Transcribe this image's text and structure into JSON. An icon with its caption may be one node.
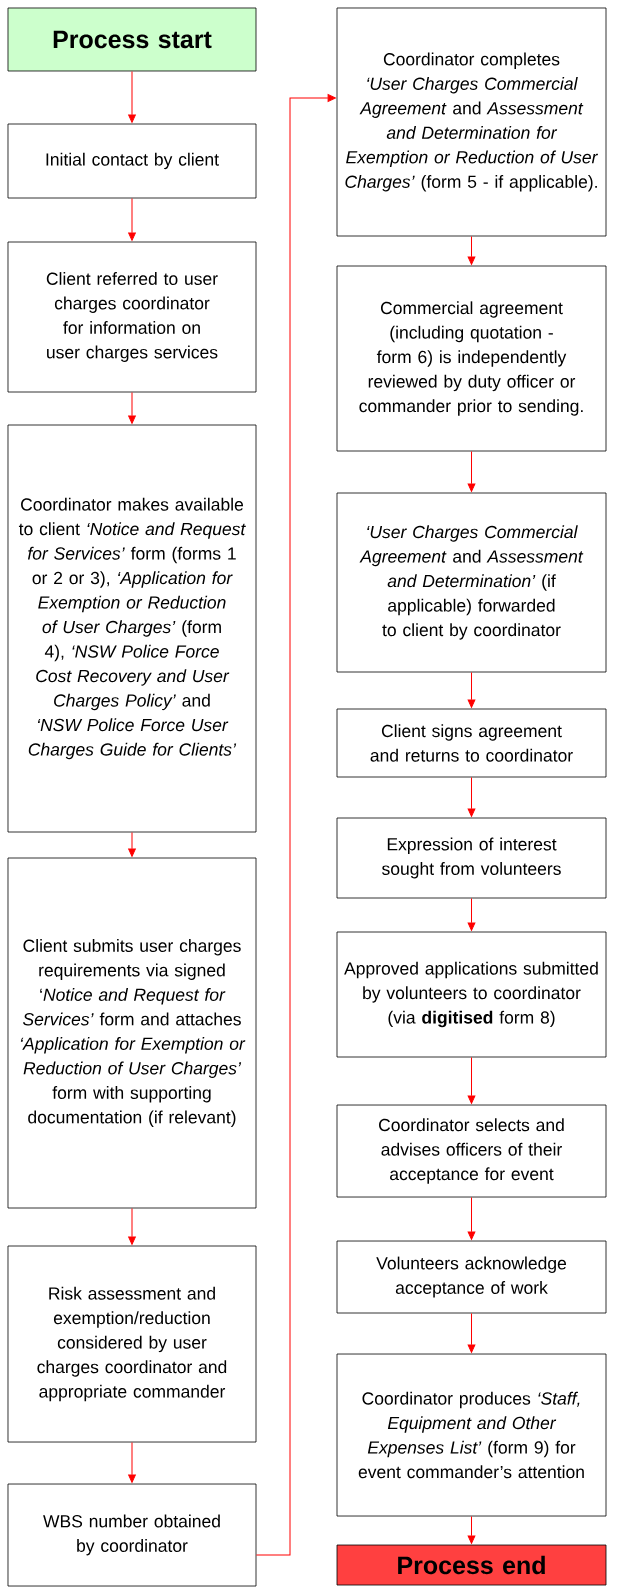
{
  "diagram": {
    "nodes": [
      {
        "text": [
          "Process start"
        ]
      },
      {
        "text": [
          "Initial contact by client"
        ]
      },
      {
        "text": [
          "Client referred to user charges coordinator for information on user charges services"
        ]
      },
      {
        "text": [
          "Coordinator makes available to client *‘Notice and Request for Services’* form (forms 1 or 2 or 3), *‘Application for Exemption or Reduction of User Charges’* (form 4), *‘NSW Police Force Cost Recovery and User Charges Policy’* and *‘NSW Police Force User Charges Guide for Clients’*"
        ]
      },
      {
        "text": [
          "Client submits user charges requirements via signed ‘*Notice and Request for Services’* form and attaches *‘Application for Exemption or Reduction of User Charges’* form with supporting documentation (if relevant)"
        ]
      },
      {
        "text": [
          "Risk assessment and exemption/reduction considered by user charges coordinator and appropriate commander"
        ]
      },
      {
        "text": [
          "WBS number obtained by coordinator"
        ]
      },
      {
        "text": [
          "Coordinator completes *‘User Charges Commercial Agreement* and *Assessment and Determination for Exemption or Reduction of User Charges’* (form 5 - if applicable)."
        ]
      },
      {
        "text": [
          "Commercial agreement (including quotation - form 6) is independently reviewed by duty officer or commander prior to sending."
        ]
      },
      {
        "text": [
          "*‘User Charges Commercial Agreement* and *Assessment and Determination’* (if applicable) forwarded to client by coordinator"
        ]
      },
      {
        "text": [
          "Client signs agreement and returns to coordinator"
        ]
      },
      {
        "text": [
          "Expression of interest sought from volunteers"
        ]
      },
      {
        "text": [
          "Approved applications submitted by volunteers to coordinator (via **digitised** form 8)"
        ]
      },
      {
        "text": [
          "Coordinator selects and advises officers of their acceptance for event"
        ]
      },
      {
        "text": [
          "Volunteers acknowledge acceptance of work"
        ]
      },
      {
        "text": [
          "Coordinator produces *‘Staff, Equipment and Other Expenses List’* (form 9) for event commander’s attention"
        ]
      },
      {
        "text": [
          "Process end"
        ]
      }
    ],
    "edges": [
      {
        "from": 0,
        "to": 1,
        "arrow": "to"
      },
      {
        "from": 1,
        "to": 2,
        "arrow": "to"
      },
      {
        "from": 2,
        "to": 3,
        "arrow": "to"
      },
      {
        "from": 3,
        "to": 4,
        "arrow": "to"
      },
      {
        "from": 4,
        "to": 5,
        "arrow": "to"
      },
      {
        "from": 5,
        "to": 6,
        "arrow": "to"
      },
      {
        "from": 6,
        "to": 7,
        "arrow": "to"
      },
      {
        "from": 7,
        "to": 8,
        "arrow": "to"
      },
      {
        "from": 8,
        "to": 9,
        "arrow": "to"
      },
      {
        "from": 9,
        "to": 10,
        "arrow": "to"
      },
      {
        "from": 10,
        "to": 11,
        "arrow": "to"
      },
      {
        "from": 11,
        "to": 12,
        "arrow": "to"
      },
      {
        "from": 12,
        "to": 13,
        "arrow": "to"
      },
      {
        "from": 13,
        "to": 14,
        "arrow": "to"
      },
      {
        "from": 14,
        "to": 15,
        "arrow": "to"
      },
      {
        "from": 15,
        "to": 16,
        "arrow": "to"
      }
    ]
  }
}
